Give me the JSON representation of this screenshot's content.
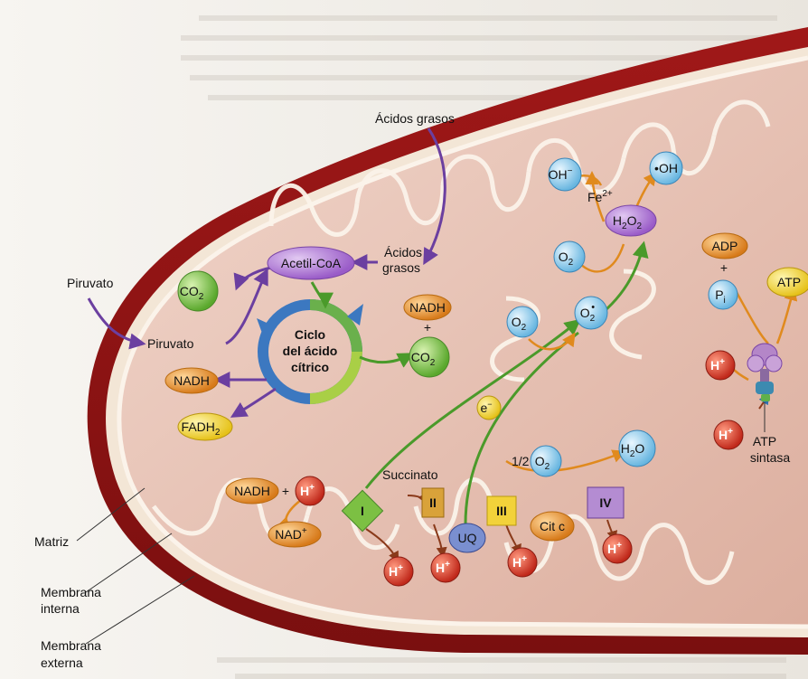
{
  "labels": {
    "acidos_grasos_top": "Ácidos grasos",
    "acidos": "Ácidos",
    "grasos": "grasos",
    "piruvato_out": "Piruvato",
    "piruvato_in": "Piruvato",
    "acetil_coa": "Acetil-CoA",
    "co2": "CO",
    "co2_b": "CO",
    "nadh_right": "NADH",
    "plus": "+",
    "nadh_left": "NADH",
    "fadh": "FADH",
    "ciclo_1": "Ciclo",
    "ciclo_2": "del ácido",
    "ciclo_3": "cítrico",
    "oh_minus": "OH",
    "oh_rad": "•OH",
    "fe": "Fe",
    "fe_sup": "2+",
    "h2o2": "H",
    "o2_a": "O",
    "o2_b": "O",
    "o2_superoxide": "O",
    "adp": "ADP",
    "pi": "P",
    "pi_sub": "i",
    "atp": "ATP",
    "h_plus": "H",
    "e_minus": "e",
    "nadh_bottom": "NADH",
    "nad_plus": "NAD",
    "succinato": "Succinato",
    "complex_I": "I",
    "complex_II": "II",
    "complex_III": "III",
    "complex_IV": "IV",
    "uq": "UQ",
    "cit_c": "Cit c",
    "half": "1/2",
    "h2o": "H",
    "atp_sintasa_1": "ATP",
    "atp_sintasa_2": "sintasa",
    "matriz": "Matriz",
    "membrana_interna_1": "Membrana",
    "membrana_interna_2": "interna",
    "membrana_externa_1": "Membrana",
    "membrana_externa_2": "externa",
    "sub2": "2",
    "sup_plus": "+",
    "sup_minus": "−",
    "dot_superscript": "•"
  },
  "colors": {
    "purple": "#6b3fa0",
    "green": "#4a9a2a",
    "orange": "#e89a2c",
    "blue_mol": "#9fd0ee",
    "red_h": "#c0392b",
    "green_mol": "#7bc043",
    "orange_mol": "#e59a3b",
    "matrix": "#e8c4b8",
    "membrane_outer": "#b02a2a"
  }
}
